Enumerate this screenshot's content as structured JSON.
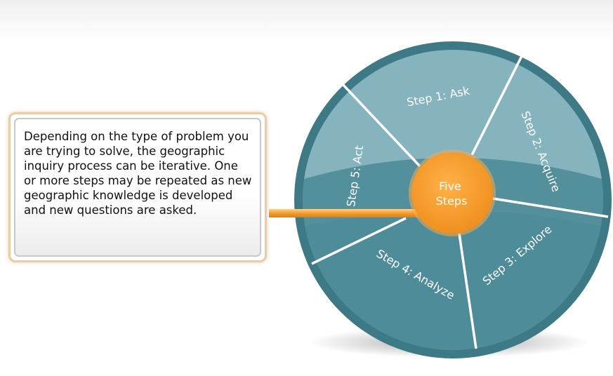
{
  "callout": {
    "text": "Depending on the type of problem you are trying to solve, the geographic inquiry process can be iterative. One or more steps may be repeated as new geographic knowledge is developed and new questions are asked."
  },
  "center": {
    "line1": "Five",
    "line2": "Steps"
  },
  "steps": [
    {
      "label": "Step 1: Ask"
    },
    {
      "label": "Step 2: Acquire"
    },
    {
      "label": "Step 3: Explore"
    },
    {
      "label": "Step 4: Analyze"
    },
    {
      "label": "Step 5: Act"
    }
  ],
  "colors": {
    "wheel_dark": "#4f8c99",
    "wheel_light": "#85b4bf",
    "rim": "#3e7a86",
    "divider": "#ffffff",
    "center": "#f7a234",
    "arrow": "#f39c2b",
    "callout_border": "#e8cda6"
  }
}
